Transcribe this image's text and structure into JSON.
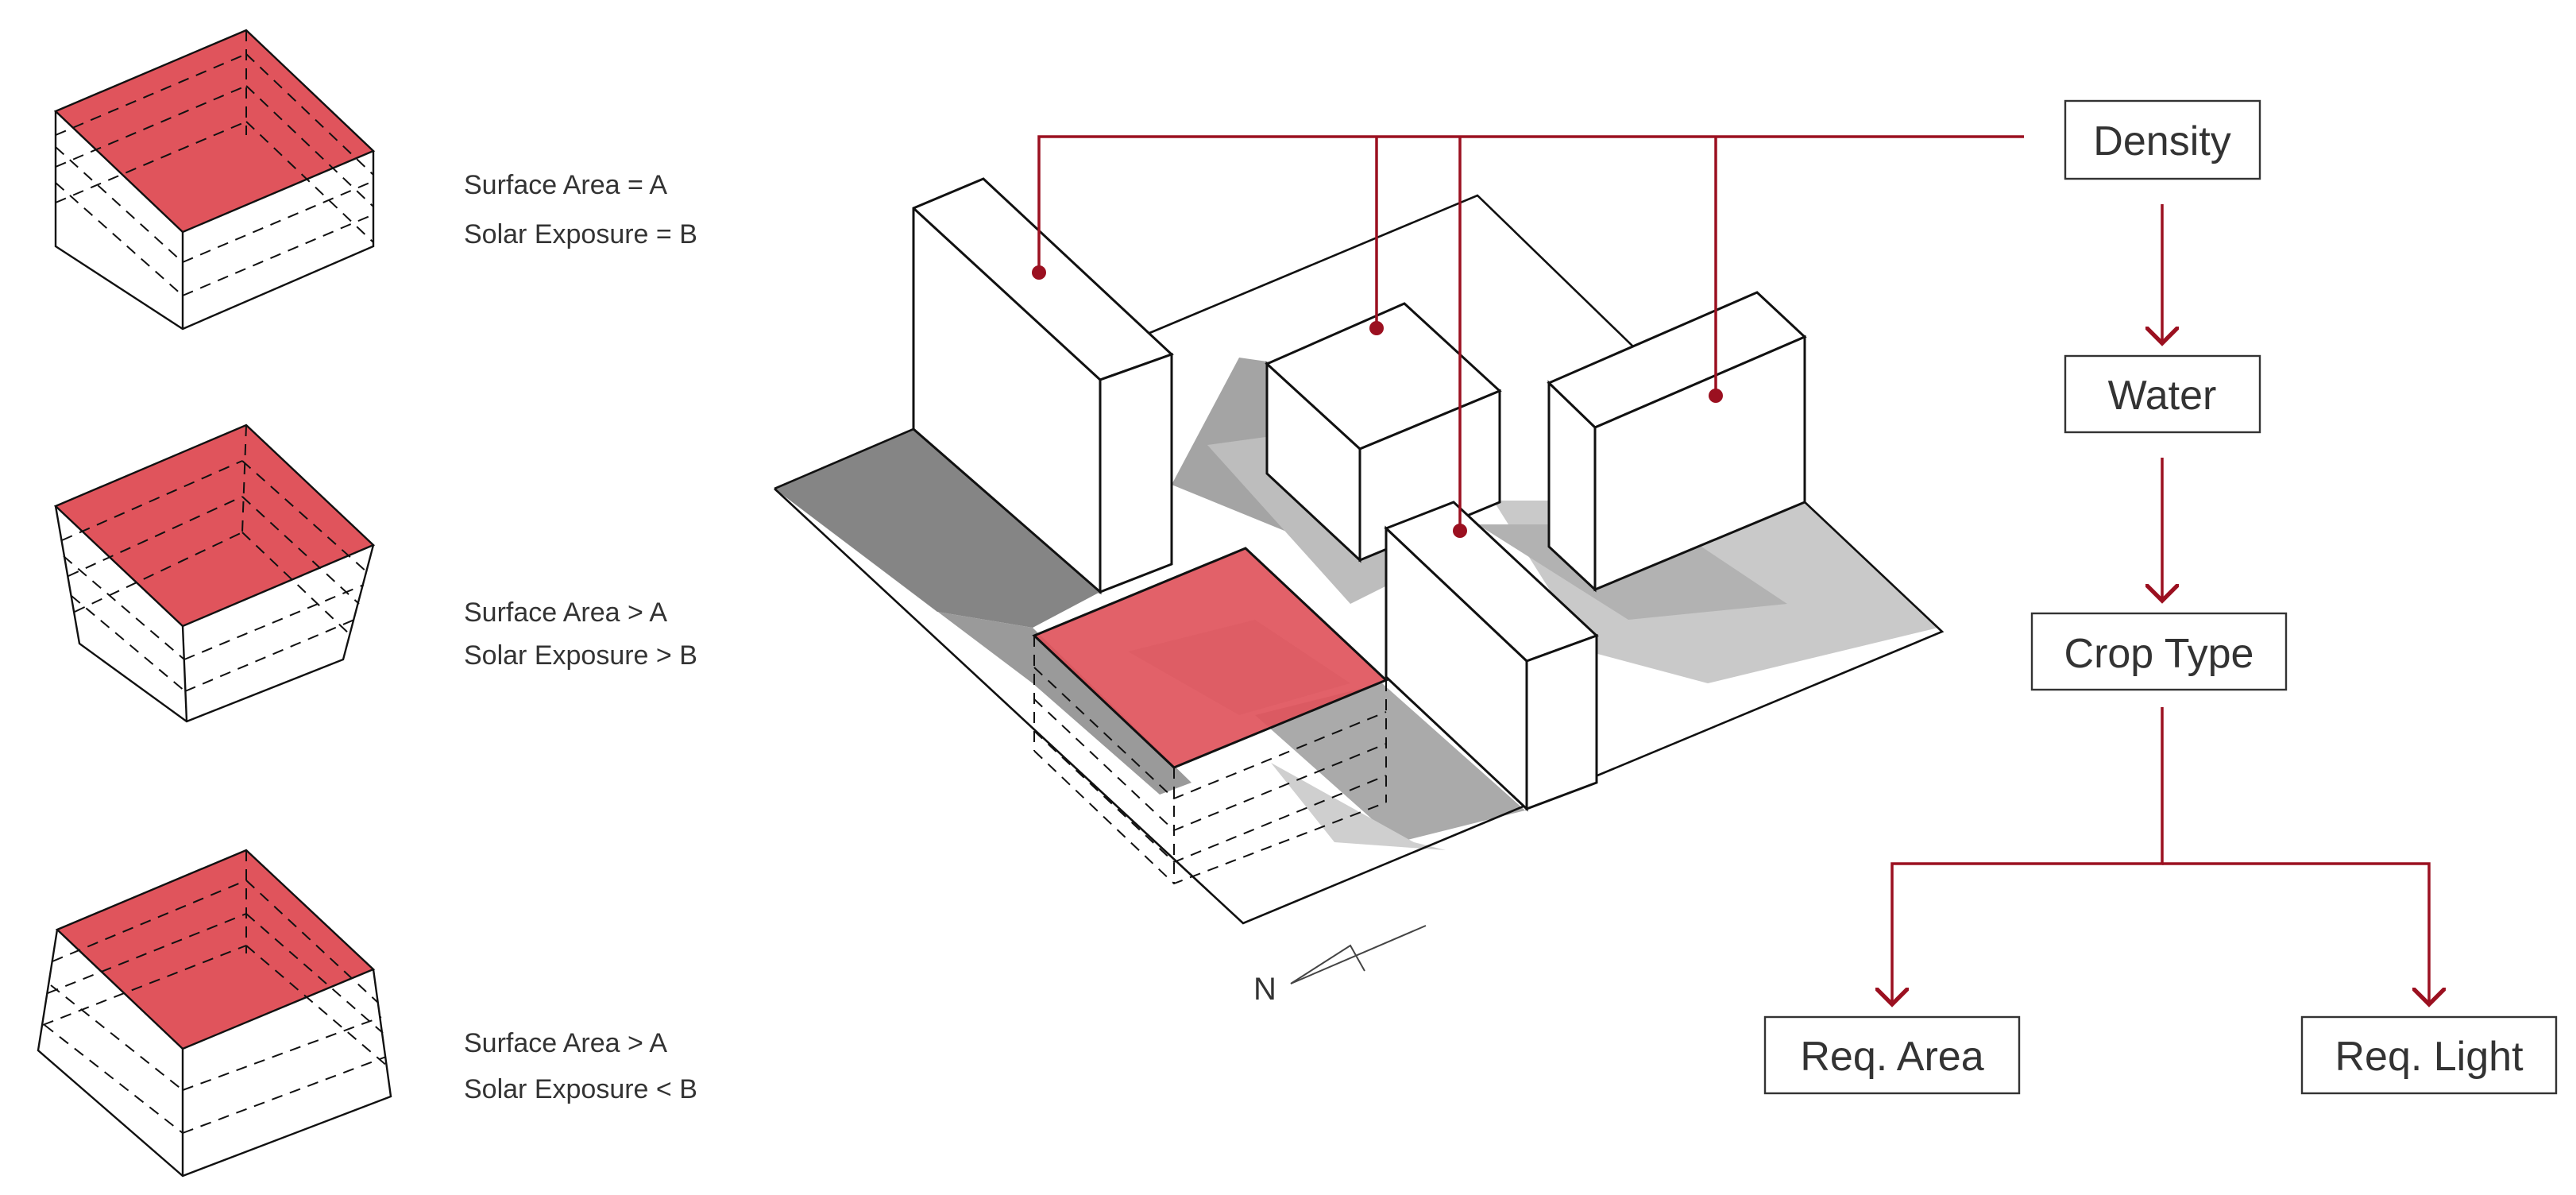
{
  "colors": {
    "accent": "#9b1020",
    "roof": "#e0545c",
    "shadow_dark": "#7a7a7a",
    "shadow_light": "#c8c8c8",
    "line": "#111111"
  },
  "icons": {
    "compass": "north-arrow-icon"
  },
  "variants": [
    {
      "surface": "Surface Area = A",
      "solar": "Solar Exposure = B"
    },
    {
      "surface": "Surface Area > A",
      "solar": "Solar Exposure > B"
    },
    {
      "surface": "Surface Area > A",
      "solar": "Solar Exposure < B"
    }
  ],
  "compass": {
    "label": "N"
  },
  "flow": {
    "density": "Density",
    "water": "Water",
    "crop_type": "Crop Type",
    "req_area": "Req. Area",
    "req_light": "Req. Light"
  }
}
